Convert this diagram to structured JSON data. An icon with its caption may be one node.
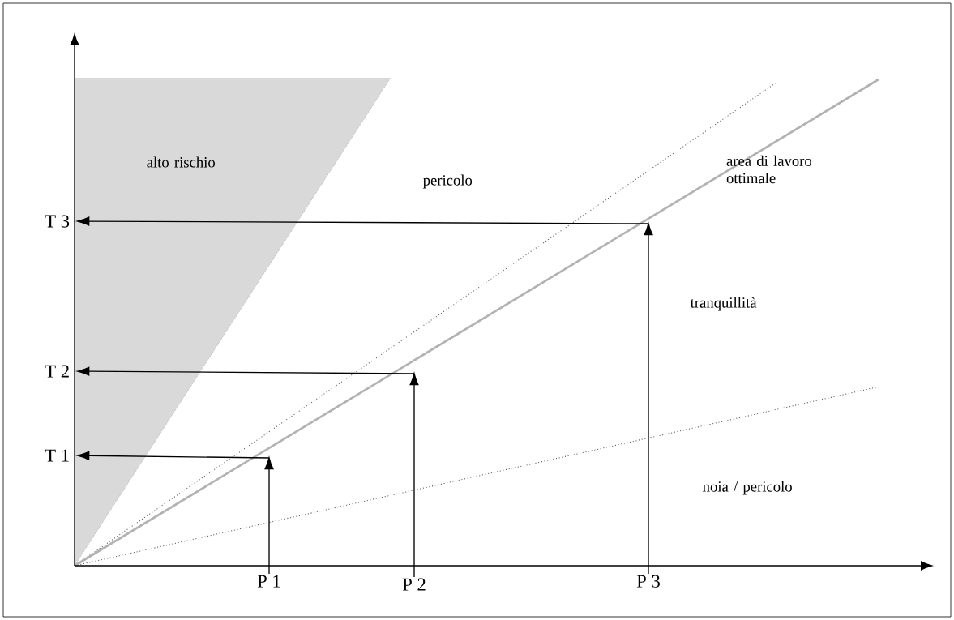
{
  "diagram": {
    "nodes": [
      {
        "text": [
          "T 1"
        ]
      },
      {
        "text": [
          "T 2"
        ]
      },
      {
        "text": [
          "T 3"
        ]
      },
      {
        "text": [
          "P 1"
        ]
      },
      {
        "text": [
          "P 2"
        ]
      },
      {
        "text": [
          "P 3"
        ]
      }
    ],
    "edges": [
      {
        "from": 3,
        "to": null,
        "arrow": "to"
      },
      {
        "from": 4,
        "to": null,
        "arrow": "to"
      },
      {
        "from": 5,
        "to": null,
        "arrow": "to"
      },
      {
        "from": null,
        "to": 0,
        "arrow": "to"
      },
      {
        "from": null,
        "to": 1,
        "arrow": "to"
      },
      {
        "from": null,
        "to": 2,
        "arrow": "to"
      }
    ],
    "labels": [
      "alto rischio",
      "pericolo",
      "area di lavoro ottimale",
      "tranquillità",
      "noia / pericolo"
    ]
  }
}
